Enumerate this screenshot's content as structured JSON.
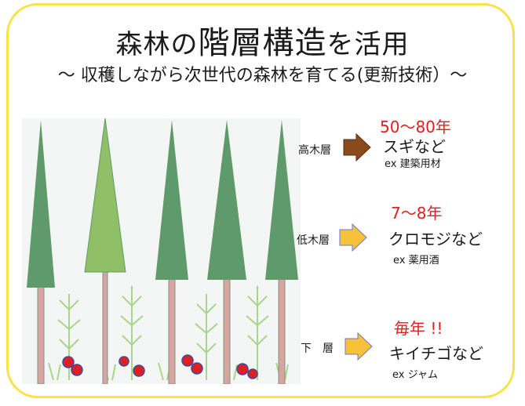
{
  "title": {
    "part1": "森林の",
    "part2": "階層構造",
    "part3": "を活用"
  },
  "subtitle": "～ 収穫しながら次世代の森林を育てる(更新技術）～",
  "layers": [
    {
      "label": "高木層",
      "years": "50～80年",
      "name": "スギなど",
      "example": "ex 建築用材",
      "arrow_color": "#8a4a1c"
    },
    {
      "label": "低木層",
      "years": "7～8年",
      "name": "クロモジなど",
      "example": "ex 薬用酒",
      "arrow_color": "#f5c23a"
    },
    {
      "label": "下　層",
      "years": "毎年 !!",
      "name": "キイチゴなど",
      "example": "ex ジャム",
      "arrow_color": "#f5c23a"
    }
  ],
  "colors": {
    "frame": "#f7e24a",
    "tree_dark": "#5f9b6a",
    "tree_light": "#8fc067",
    "trunk": "#d9a3a0",
    "berry": "#e02020",
    "years": "#e02020"
  }
}
